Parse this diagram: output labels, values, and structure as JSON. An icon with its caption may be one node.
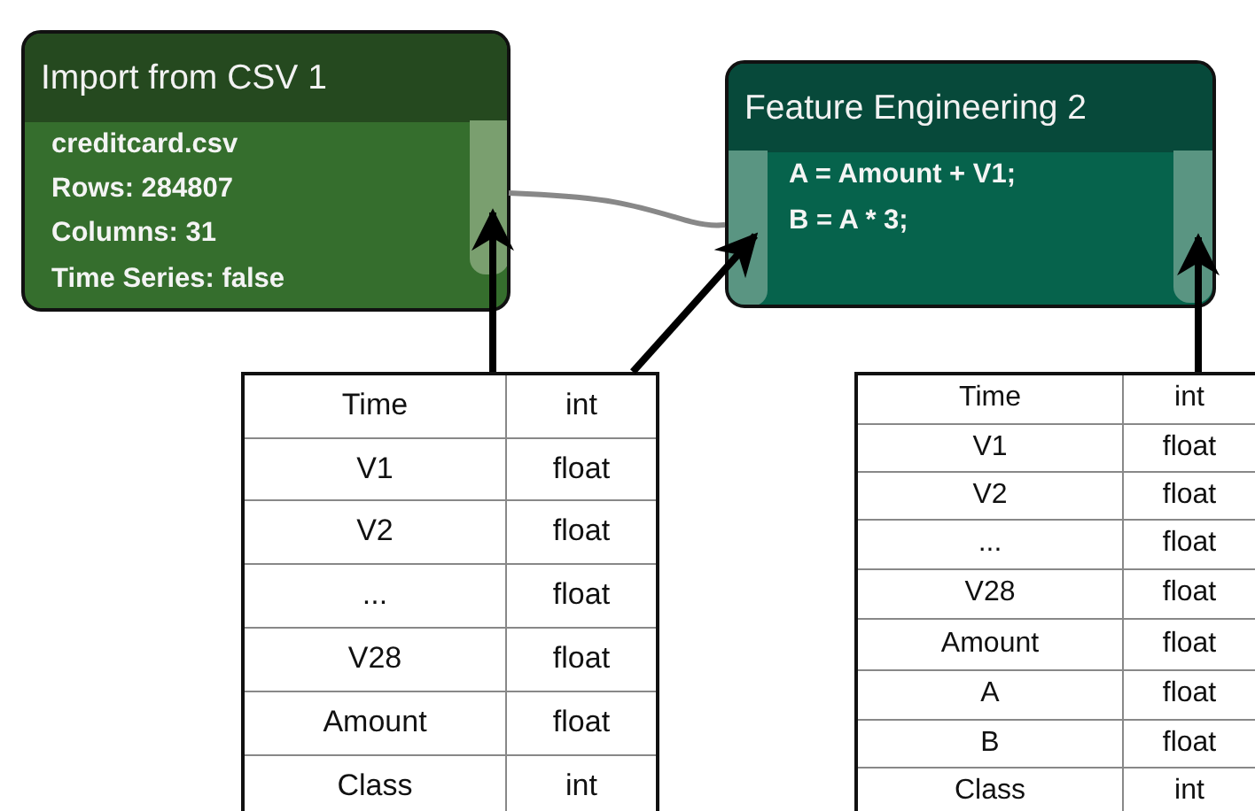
{
  "diagram": {
    "nodes": [
      {
        "text": [
          "Import from CSV 1",
          "creditcard.csv",
          "Rows: 284807",
          "Columns: 31",
          "Time Series: false"
        ]
      },
      {
        "text": [],
        "shape": "bar",
        "in": 0
      },
      {
        "text": [
          "Feature Engineering 2",
          "A = Amount + V1;",
          "B = A * 3;"
        ]
      },
      {
        "text": [],
        "shape": "bar",
        "in": 2
      },
      {
        "text": [],
        "shape": "bar",
        "in": 2
      },
      {
        "text": [
          "Time",
          "int",
          "V1",
          "float",
          "V2",
          "float",
          "...",
          "float",
          "V28",
          "float",
          "Amount",
          "float",
          "Class",
          "int"
        ]
      },
      {
        "text": [
          "Time",
          "int",
          "V1",
          "float",
          "V2",
          "float",
          "...",
          "float",
          "V28",
          "float",
          "Amount",
          "float",
          "A",
          "float",
          "B",
          "float",
          "Class",
          "int"
        ]
      }
    ],
    "edges": [
      {
        "from": 0,
        "to": 2,
        "arrow": "none",
        "color": "#888888"
      },
      {
        "from": 5,
        "to": 1,
        "arrow": "to"
      },
      {
        "from": 5,
        "to": 3,
        "arrow": "to"
      },
      {
        "from": 6,
        "to": 4,
        "arrow": "to"
      }
    ]
  }
}
